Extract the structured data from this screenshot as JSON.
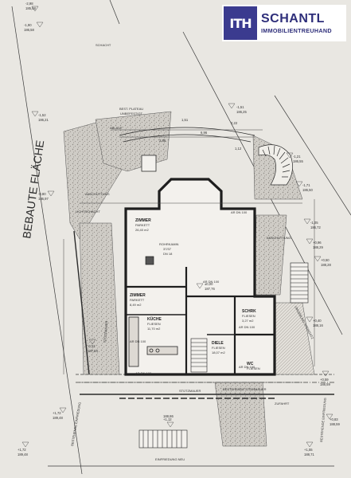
{
  "brand": {
    "mark": "ITH",
    "name": "SCHANTL",
    "tagline": "IMMOBILIENTREUHAND"
  },
  "colors": {
    "paper": "#e9e7e2",
    "line": "#2b2b2b",
    "brand": "#2e2e7a"
  },
  "side_labels": {
    "left": "BEBAUTE FLÄCHE",
    "right": "UMGEBUNG STEINSATZ"
  },
  "top_labels": {
    "plateau_1": "BEST. PLATEAU",
    "plateau_2": "UNBEFESTIGT",
    "schacht": "SCHACHT",
    "ablauf": "ABLAUF",
    "anschuettung_left": "ANSCHÜTTUNG",
    "anschuettung_right": "ANSCHÜTTUNG",
    "lichtschacht": "LICHTSCHACHT"
  },
  "rooms": [
    {
      "name": "ZIMMER",
      "floor": "PARKETT",
      "area": "26,40 m2"
    },
    {
      "name": "ZIMMER",
      "floor": "PARKETT",
      "area": "8,49 m2"
    },
    {
      "name": "KÜCHE",
      "floor": "FLIESEN",
      "area": "11,70 m2"
    },
    {
      "name": "SCHRK",
      "floor": "FLIESEN",
      "area": "3,27 m2"
    },
    {
      "name": "DIELE",
      "floor": "FLIESEN",
      "area": "18,07 m2"
    },
    {
      "name": "WC",
      "floor": "FLIESEN",
      "area": ""
    }
  ],
  "fixtures": {
    "kamin": "ROHRKAMIN",
    "kamin_size": "37/37",
    "kamin_dn": "DN 18"
  },
  "openings": [
    "AR DN 100",
    "AR DN 100",
    "AR DN 100",
    "AR DN 100",
    "AR DN 100",
    "AR DN 100"
  ],
  "elevations": [
    {
      "label": "-2,98",
      "sub": "185,58"
    },
    {
      "label": "-1,90",
      "sub": "186,58"
    },
    {
      "label": "-1,52",
      "sub": "186,21"
    },
    {
      "label": "-1,51",
      "sub": "186,25"
    },
    {
      "label": "-1,21",
      "sub": "186,55"
    },
    {
      "label": "-1,71",
      "sub": "186,50"
    },
    {
      "label": "-0,80",
      "sub": "186,97"
    },
    {
      "label": "-1,05",
      "sub": "186,72"
    },
    {
      "label": "+0,96",
      "sub": "188,29"
    },
    {
      "label": "±0,00",
      "sub": "187,76"
    },
    {
      "label": "+0,50",
      "sub": "188,28"
    },
    {
      "label": "-0,12",
      "sub": "187,64"
    },
    {
      "label": "+0,40",
      "sub": "188,16"
    },
    {
      "label": "+0,59",
      "sub": "188,59"
    },
    {
      "label": "+1,12",
      "sub": "188,86"
    },
    {
      "label": "+1,72",
      "sub": "189,48"
    },
    {
      "label": "+0,83",
      "sub": "188,59"
    },
    {
      "label": "+1,72",
      "sub": "189,48"
    },
    {
      "label": "+1,55",
      "sub": "188,71"
    }
  ],
  "dims_top": [
    "1,51",
    "6,96",
    "2,22",
    "2,85",
    "1,12"
  ],
  "walls": {
    "stuetzmauer_left": "STÜTZMAUER",
    "stuetzmauer_bottom": "STÜTZMAUER",
    "einfriedung_bottom": "EINFRIEDUNG NEU",
    "einfriedung_left": "BESTEHENDE EINFRIEDUNG",
    "einfriedung_right": "BESTEHENDE EINFRIEDUNG",
    "bestehend": "BESTEHENDE STEINMAUER",
    "zufahrt": "ZUFAHRT"
  }
}
